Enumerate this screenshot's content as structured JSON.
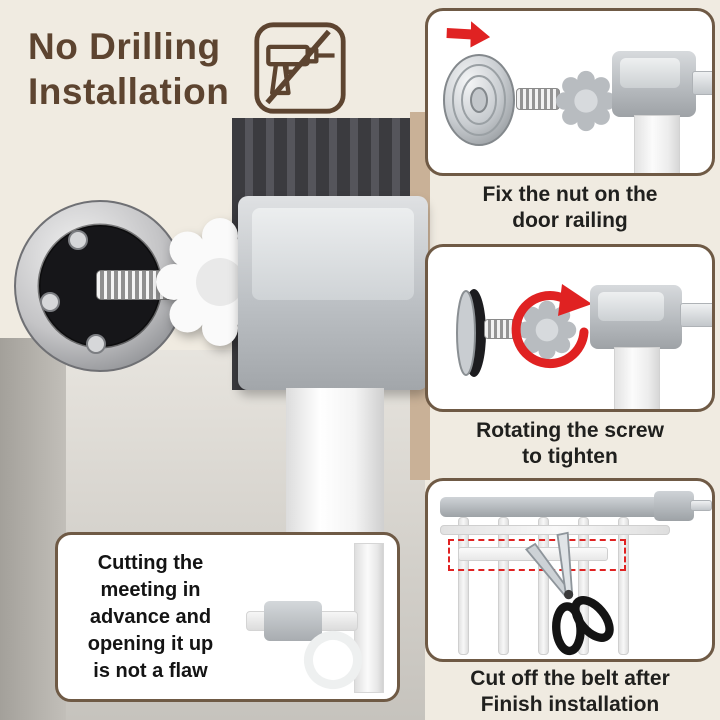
{
  "page": {
    "background": "#f0ebe1",
    "accent_brown": "#5d4430",
    "accent_red": "#e02222",
    "panel_border": "#6f5a45"
  },
  "header": {
    "title_lines": [
      "No Drilling",
      "Installation"
    ],
    "icon": "drill-crossed-out"
  },
  "steps": [
    {
      "caption_line1": "Fix the nut on the",
      "caption_line2": "door railing",
      "icon": "red-arrow-right"
    },
    {
      "caption_line1": "Rotating the screw",
      "caption_line2": "to tighten",
      "icon": "red-rotation-arrow"
    },
    {
      "caption_line1": "Cut off the belt after",
      "caption_line2": "Finish installation",
      "icon": "scissors"
    }
  ],
  "note": {
    "lines": [
      "Cutting the",
      "meeting in",
      "advance and",
      "opening it up",
      "is not a flaw"
    ]
  }
}
